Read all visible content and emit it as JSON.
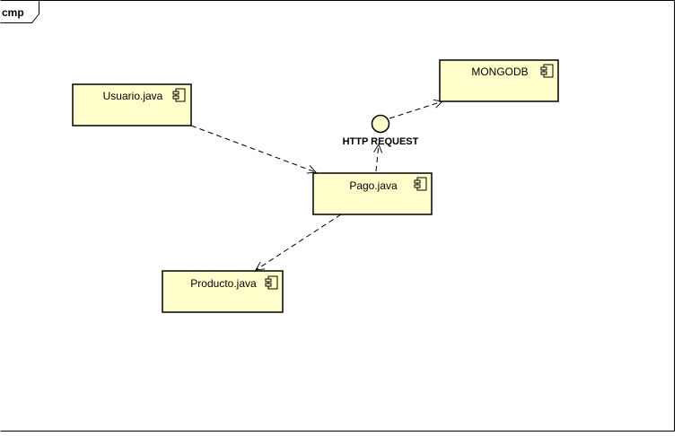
{
  "diagram": {
    "frame_tag": "cmp",
    "interface_label": "HTTP REQUEST",
    "components": {
      "usuario": "Usuario.java",
      "pago": "Pago.java",
      "producto": "Producto.java",
      "mongodb": "MONGODB"
    },
    "colors": {
      "component_fill": "#ffffcc",
      "stroke": "#000000",
      "background": "#ffffff"
    }
  }
}
